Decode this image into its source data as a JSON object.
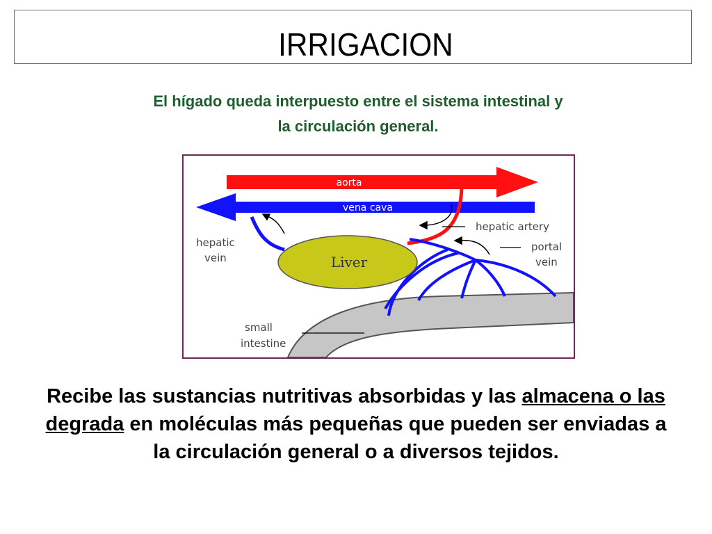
{
  "title": "IRRIGACION",
  "subtitle": {
    "line1": "El hígado queda interpuesto entre el sistema intestinal y",
    "line2": "la circulación general."
  },
  "diagram": {
    "aorta": "aorta",
    "vena_cava": "vena cava",
    "hepatic_artery": "hepatic artery",
    "hepatic_vein_1": "hepatic",
    "hepatic_vein_2": "vein",
    "portal_vein_1": "portal",
    "portal_vein_2": "vein",
    "liver": "Liver",
    "small_intestine_1": "small",
    "small_intestine_2": "intestine",
    "colors": {
      "aorta": "#ff1010",
      "vena_cava": "#1212ff",
      "liver_fill": "#c8c81a",
      "intestine": "#c6c6c6",
      "frame": "#6a2a55"
    }
  },
  "body": {
    "part1": "Recibe las sustancias nutritivas absorbidas y las",
    "underlined": "almacena o las degrada",
    "part2": " en moléculas más pequeñas que pueden ser enviadas a la circulación general o a diversos tejidos."
  }
}
